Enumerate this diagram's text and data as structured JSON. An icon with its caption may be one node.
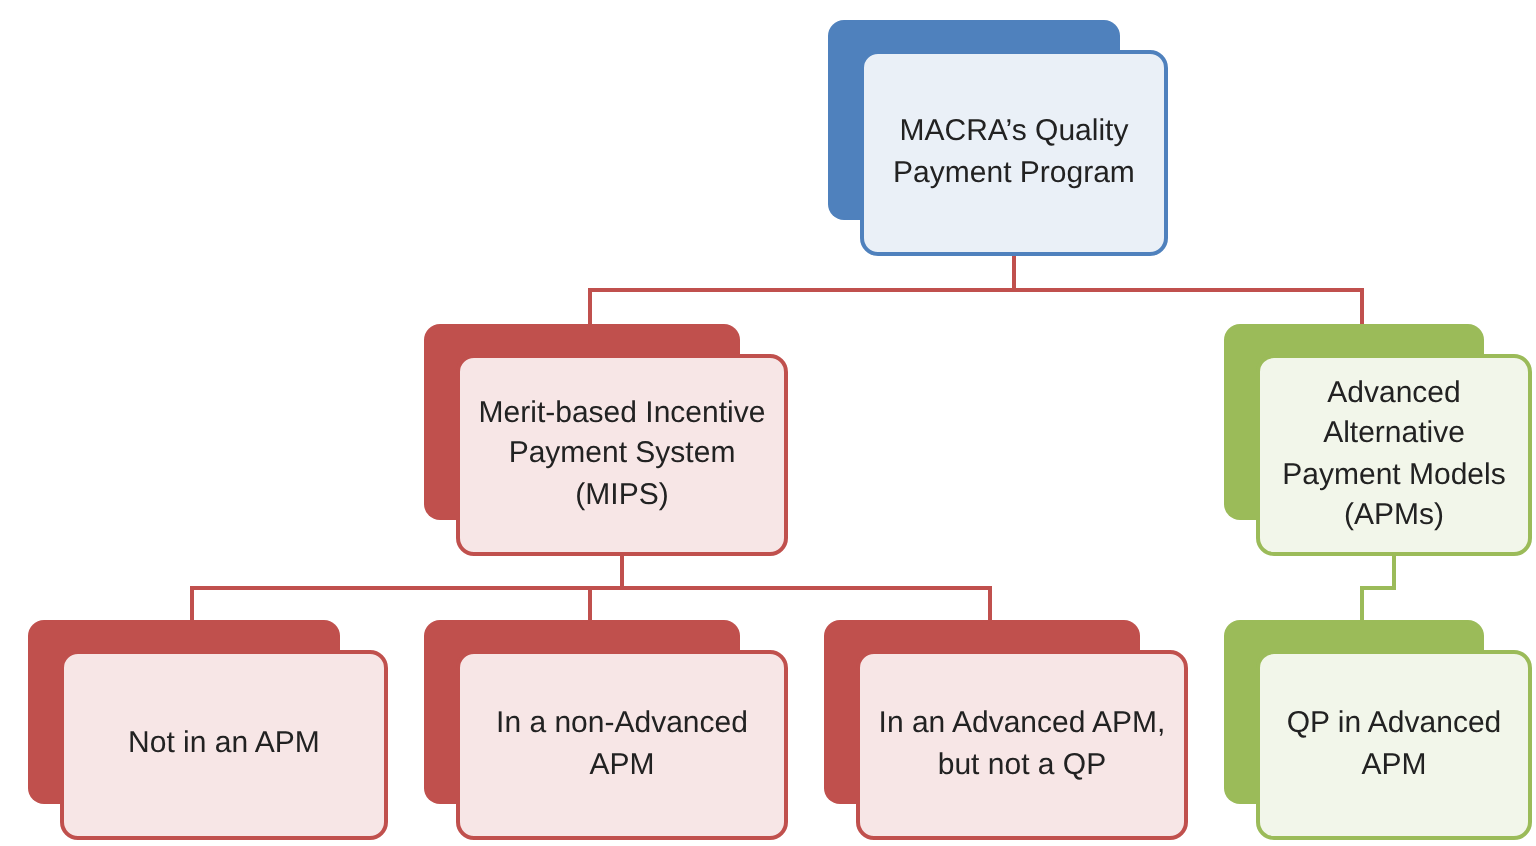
{
  "diagram": {
    "nodes": [
      {
        "text": [
          "MACRA’s Quality Payment Program"
        ]
      },
      {
        "text": [
          "Merit-based Incentive Payment System (MIPS)"
        ]
      },
      {
        "text": [
          "Advanced Alternative Payment Models (APMs)"
        ]
      },
      {
        "text": [
          "Not in an APM"
        ]
      },
      {
        "text": [
          "In a non-Advanced APM"
        ]
      },
      {
        "text": [
          "In an Advanced APM, but not a QP"
        ]
      },
      {
        "text": [
          "QP in Advanced APM"
        ]
      }
    ],
    "edges": [
      {
        "from": 0,
        "to": 1,
        "arrow": "none"
      },
      {
        "from": 0,
        "to": 2,
        "arrow": "none"
      },
      {
        "from": 1,
        "to": 3,
        "arrow": "none"
      },
      {
        "from": 1,
        "to": 4,
        "arrow": "none"
      },
      {
        "from": 1,
        "to": 5,
        "arrow": "none"
      },
      {
        "from": 2,
        "to": 6,
        "arrow": "none",
        "color": "#9bbb59"
      }
    ]
  }
}
